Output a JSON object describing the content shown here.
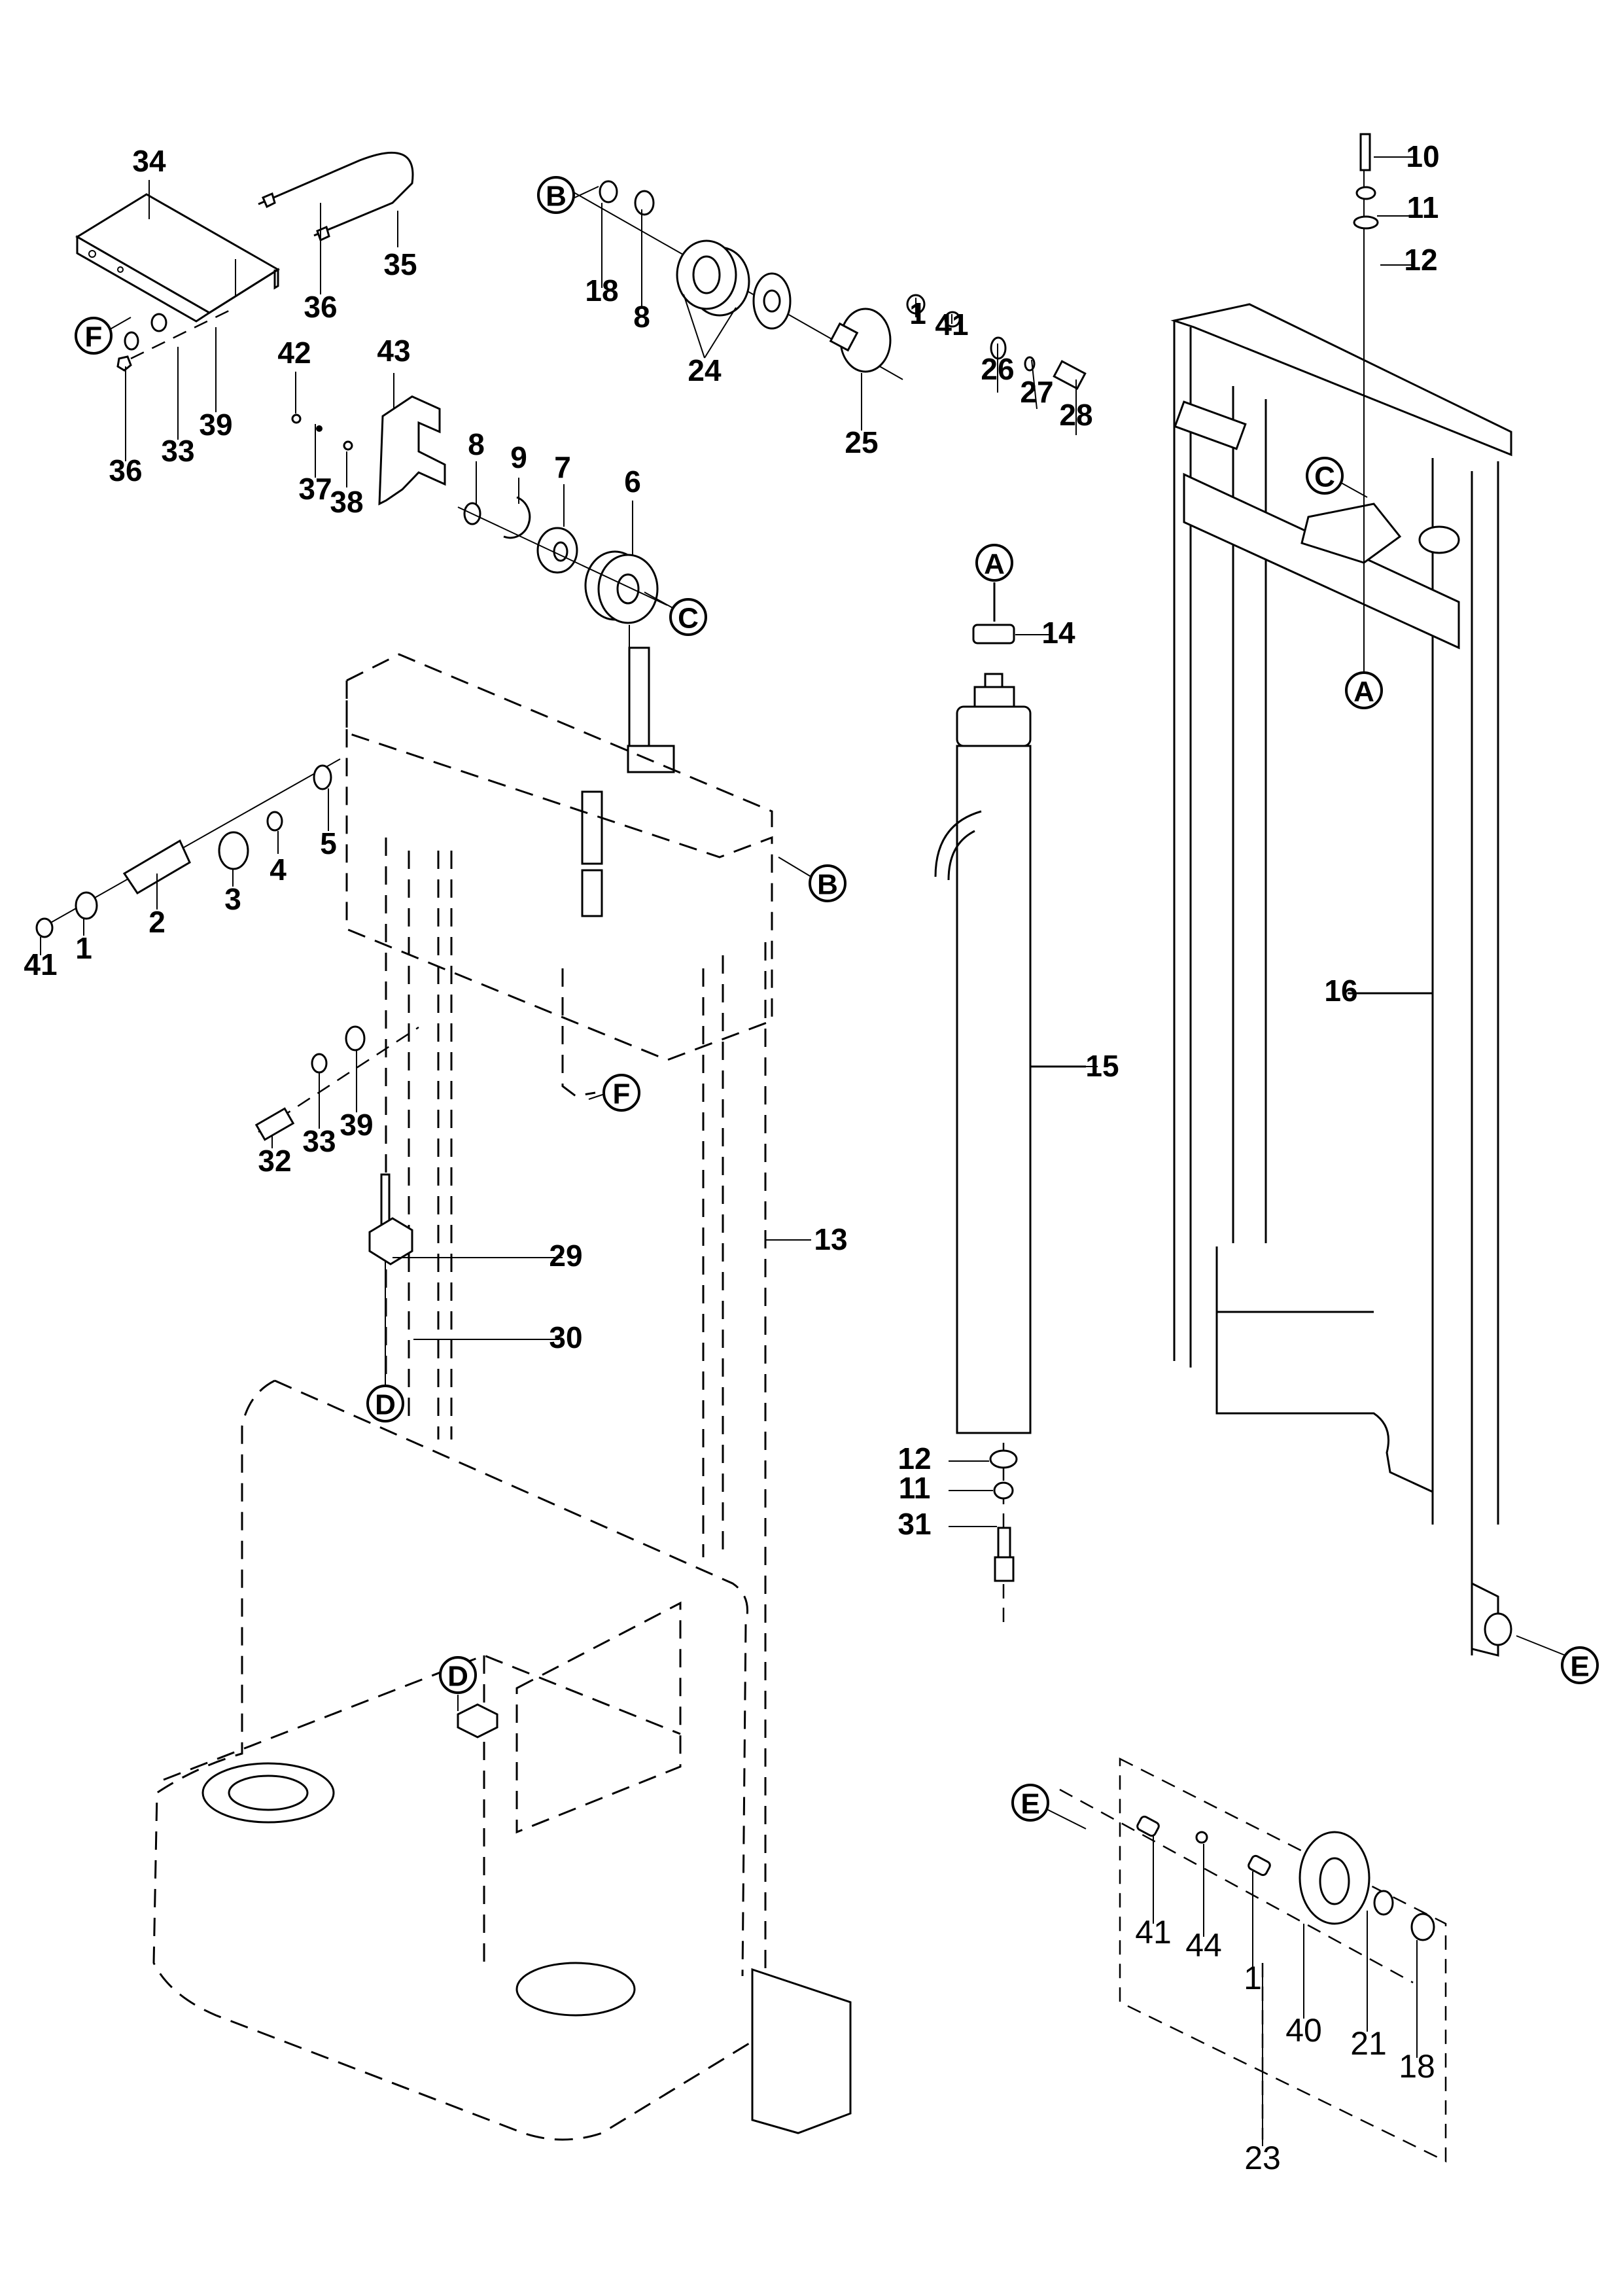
{
  "diagram": {
    "type": "exploded-parts-diagram",
    "subject": "Mast and lift cylinder assembly",
    "callouts": [
      {
        "id": "c34",
        "label": "34",
        "part": "cover bracket"
      },
      {
        "id": "c35",
        "label": "35",
        "part": "u-bolt"
      },
      {
        "id": "c36a",
        "label": "36",
        "part": "nut (u-bolt)"
      },
      {
        "id": "c36b",
        "label": "36",
        "part": "nut"
      },
      {
        "id": "c33a",
        "label": "33",
        "part": "lock washer"
      },
      {
        "id": "c39a",
        "label": "39",
        "part": "washer"
      },
      {
        "id": "c42",
        "label": "42",
        "part": "screw"
      },
      {
        "id": "c43",
        "label": "43",
        "part": "chain guard bracket"
      },
      {
        "id": "c37",
        "label": "37",
        "part": "nut"
      },
      {
        "id": "c38",
        "label": "38",
        "part": "washer"
      },
      {
        "id": "c8a",
        "label": "8",
        "part": "o-ring"
      },
      {
        "id": "c9",
        "label": "9",
        "part": "snap ring"
      },
      {
        "id": "c7",
        "label": "7",
        "part": "spacer"
      },
      {
        "id": "c6",
        "label": "6",
        "part": "chain sheave"
      },
      {
        "id": "c18a",
        "label": "18",
        "part": "pin"
      },
      {
        "id": "c8b",
        "label": "8",
        "part": "o-ring"
      },
      {
        "id": "c24",
        "label": "24",
        "part": "roller bearing set"
      },
      {
        "id": "c25",
        "label": "25",
        "part": "roller shaft"
      },
      {
        "id": "c1a",
        "label": "1",
        "part": "bushing"
      },
      {
        "id": "c41a",
        "label": "41",
        "part": "bushing"
      },
      {
        "id": "c26",
        "label": "26",
        "part": "washer"
      },
      {
        "id": "c27",
        "label": "27",
        "part": "lock washer"
      },
      {
        "id": "c28",
        "label": "28",
        "part": "bolt"
      },
      {
        "id": "c10",
        "label": "10",
        "part": "screw"
      },
      {
        "id": "c11a",
        "label": "11",
        "part": "lock washer"
      },
      {
        "id": "c12a",
        "label": "12",
        "part": "washer"
      },
      {
        "id": "c14",
        "label": "14",
        "part": "spacer"
      },
      {
        "id": "c15",
        "label": "15",
        "part": "lift cylinder"
      },
      {
        "id": "c16",
        "label": "16",
        "part": "inner mast"
      },
      {
        "id": "c41b",
        "label": "41",
        "part": "bushing"
      },
      {
        "id": "c1b",
        "label": "1",
        "part": "bushing"
      },
      {
        "id": "c2",
        "label": "2",
        "part": "roller shaft"
      },
      {
        "id": "c3",
        "label": "3",
        "part": "washer"
      },
      {
        "id": "c4",
        "label": "4",
        "part": "nut"
      },
      {
        "id": "c5",
        "label": "5",
        "part": "grease nipple"
      },
      {
        "id": "c32",
        "label": "32",
        "part": "screw"
      },
      {
        "id": "c33b",
        "label": "33",
        "part": "lock washer"
      },
      {
        "id": "c39b",
        "label": "39",
        "part": "washer"
      },
      {
        "id": "c13",
        "label": "13",
        "part": "outer mast / frame"
      },
      {
        "id": "c29",
        "label": "29",
        "part": "screw"
      },
      {
        "id": "c30",
        "label": "30",
        "part": "block"
      },
      {
        "id": "c12b",
        "label": "12",
        "part": "washer"
      },
      {
        "id": "c11b",
        "label": "11",
        "part": "lock washer"
      },
      {
        "id": "c31",
        "label": "31",
        "part": "screw"
      },
      {
        "id": "c41c",
        "label": "41",
        "part": "bushing"
      },
      {
        "id": "c44",
        "label": "44",
        "part": "ball"
      },
      {
        "id": "c1c",
        "label": "1",
        "part": "bushing"
      },
      {
        "id": "c40",
        "label": "40",
        "part": "roller"
      },
      {
        "id": "c21",
        "label": "21",
        "part": "snap ring"
      },
      {
        "id": "c18b",
        "label": "18",
        "part": "pin"
      },
      {
        "id": "c23",
        "label": "23",
        "part": "roller assembly (detail E)"
      }
    ],
    "references": [
      {
        "id": "rF1",
        "letter": "F"
      },
      {
        "id": "rB1",
        "letter": "B"
      },
      {
        "id": "rC1",
        "letter": "C"
      },
      {
        "id": "rC2",
        "letter": "C"
      },
      {
        "id": "rA1",
        "letter": "A"
      },
      {
        "id": "rA2",
        "letter": "A"
      },
      {
        "id": "rB2",
        "letter": "B"
      },
      {
        "id": "rF2",
        "letter": "F"
      },
      {
        "id": "rD1",
        "letter": "D"
      },
      {
        "id": "rD2",
        "letter": "D"
      },
      {
        "id": "rE1",
        "letter": "E"
      },
      {
        "id": "rE2",
        "letter": "E"
      }
    ]
  }
}
